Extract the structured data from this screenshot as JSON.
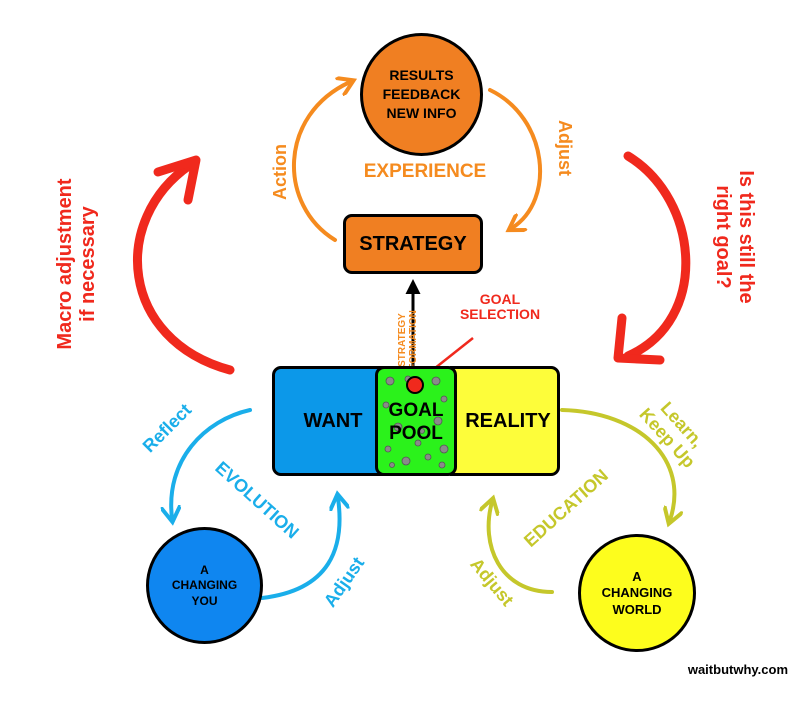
{
  "top_cycle": {
    "node": [
      "RESULTS",
      "FEEDBACK",
      "NEW INFO"
    ],
    "center_label": "EXPERIENCE",
    "left_arrow_label": "Action",
    "right_arrow_label": "Adjust",
    "strategy_label": "STRATEGY"
  },
  "formation_label": [
    "STRATEGY",
    "FORMATION"
  ],
  "goal_selection_label": [
    "GOAL",
    "SELECTION"
  ],
  "center_bar": {
    "want_label": "WANT",
    "goal_pool_label": [
      "GOAL",
      "POOL"
    ],
    "reality_label": "REALITY"
  },
  "left_cycle": {
    "node": [
      "A",
      "CHANGING",
      "YOU"
    ],
    "center_label": "EVOLUTION",
    "top_label": "Reflect",
    "bottom_label": "Adjust"
  },
  "right_cycle": {
    "node": [
      "A",
      "CHANGING",
      "WORLD"
    ],
    "center_label": "EDUCATION",
    "top_label": [
      "Learn,",
      "Keep Up"
    ],
    "bottom_label": "Adjust"
  },
  "macro_left_label": [
    "Macro adjustment",
    "if necessary"
  ],
  "macro_right_label": [
    "Is this still the",
    "right goal?"
  ],
  "credit": "waitbutwhy.com",
  "colors": {
    "orange": "#F58B1F",
    "node_orange": "#F07F22",
    "red": "#F0291D",
    "blue": "#1AAEEA",
    "want_blue": "#0C98E9",
    "you_blue": "#0F86F0",
    "green": "#2BF21B",
    "yellow_text": "#C5C72B",
    "reality_yellow": "#FDFD3A",
    "world_yellow": "#FDFD1D"
  }
}
